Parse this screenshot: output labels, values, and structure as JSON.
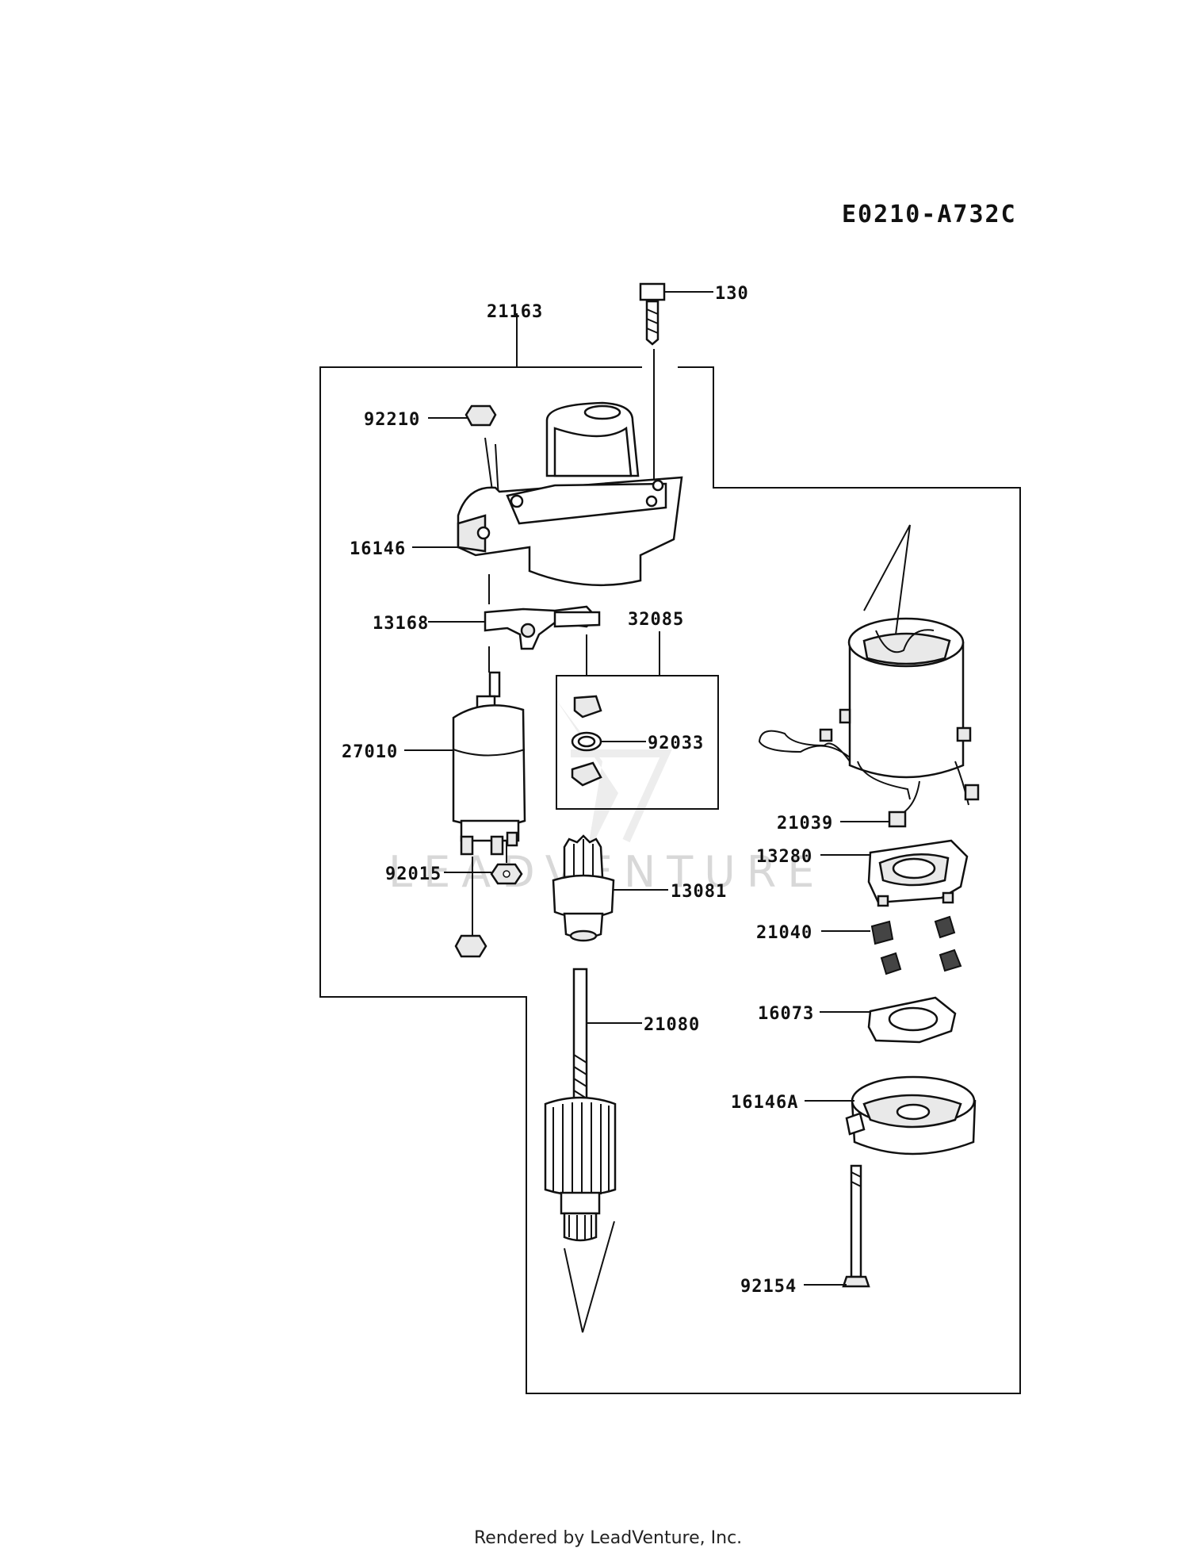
{
  "diagram_code": "E0210-A732C",
  "footer": "Rendered by LeadVenture, Inc.",
  "watermark": "LEADVENTURE",
  "parts": {
    "p21163": "21163",
    "p130": "130",
    "p92210": "92210",
    "p16146": "16146",
    "p13168": "13168",
    "p32085": "32085",
    "p27010": "27010",
    "p92033": "92033",
    "p21039": "21039",
    "p13280": "13280",
    "p92015": "92015",
    "p13081": "13081",
    "p21040": "21040",
    "p16073": "16073",
    "p21080": "21080",
    "p16146A": "16146A",
    "p92154": "92154"
  }
}
